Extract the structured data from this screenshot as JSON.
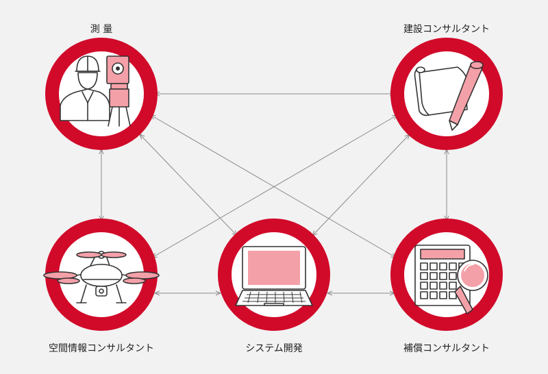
{
  "nodes": {
    "survey": {
      "label": "測 量"
    },
    "civil": {
      "label": "建設コンサルタント"
    },
    "spatial": {
      "label": "空間情報コンサルタント"
    },
    "system": {
      "label": "システム開発"
    },
    "comp": {
      "label": "補償コンサルタント"
    }
  },
  "colors": {
    "ring": "#d10a2a",
    "accent_fill": "#f4a0a8",
    "line": "#8a8a8a",
    "background": "#f2f2f2"
  },
  "icons": {
    "survey": "surveyor-with-total-station-icon",
    "civil": "blueprint-and-pencil-icon",
    "spatial": "drone-icon",
    "system": "laptop-icon",
    "comp": "calculator-with-magnifier-icon"
  }
}
